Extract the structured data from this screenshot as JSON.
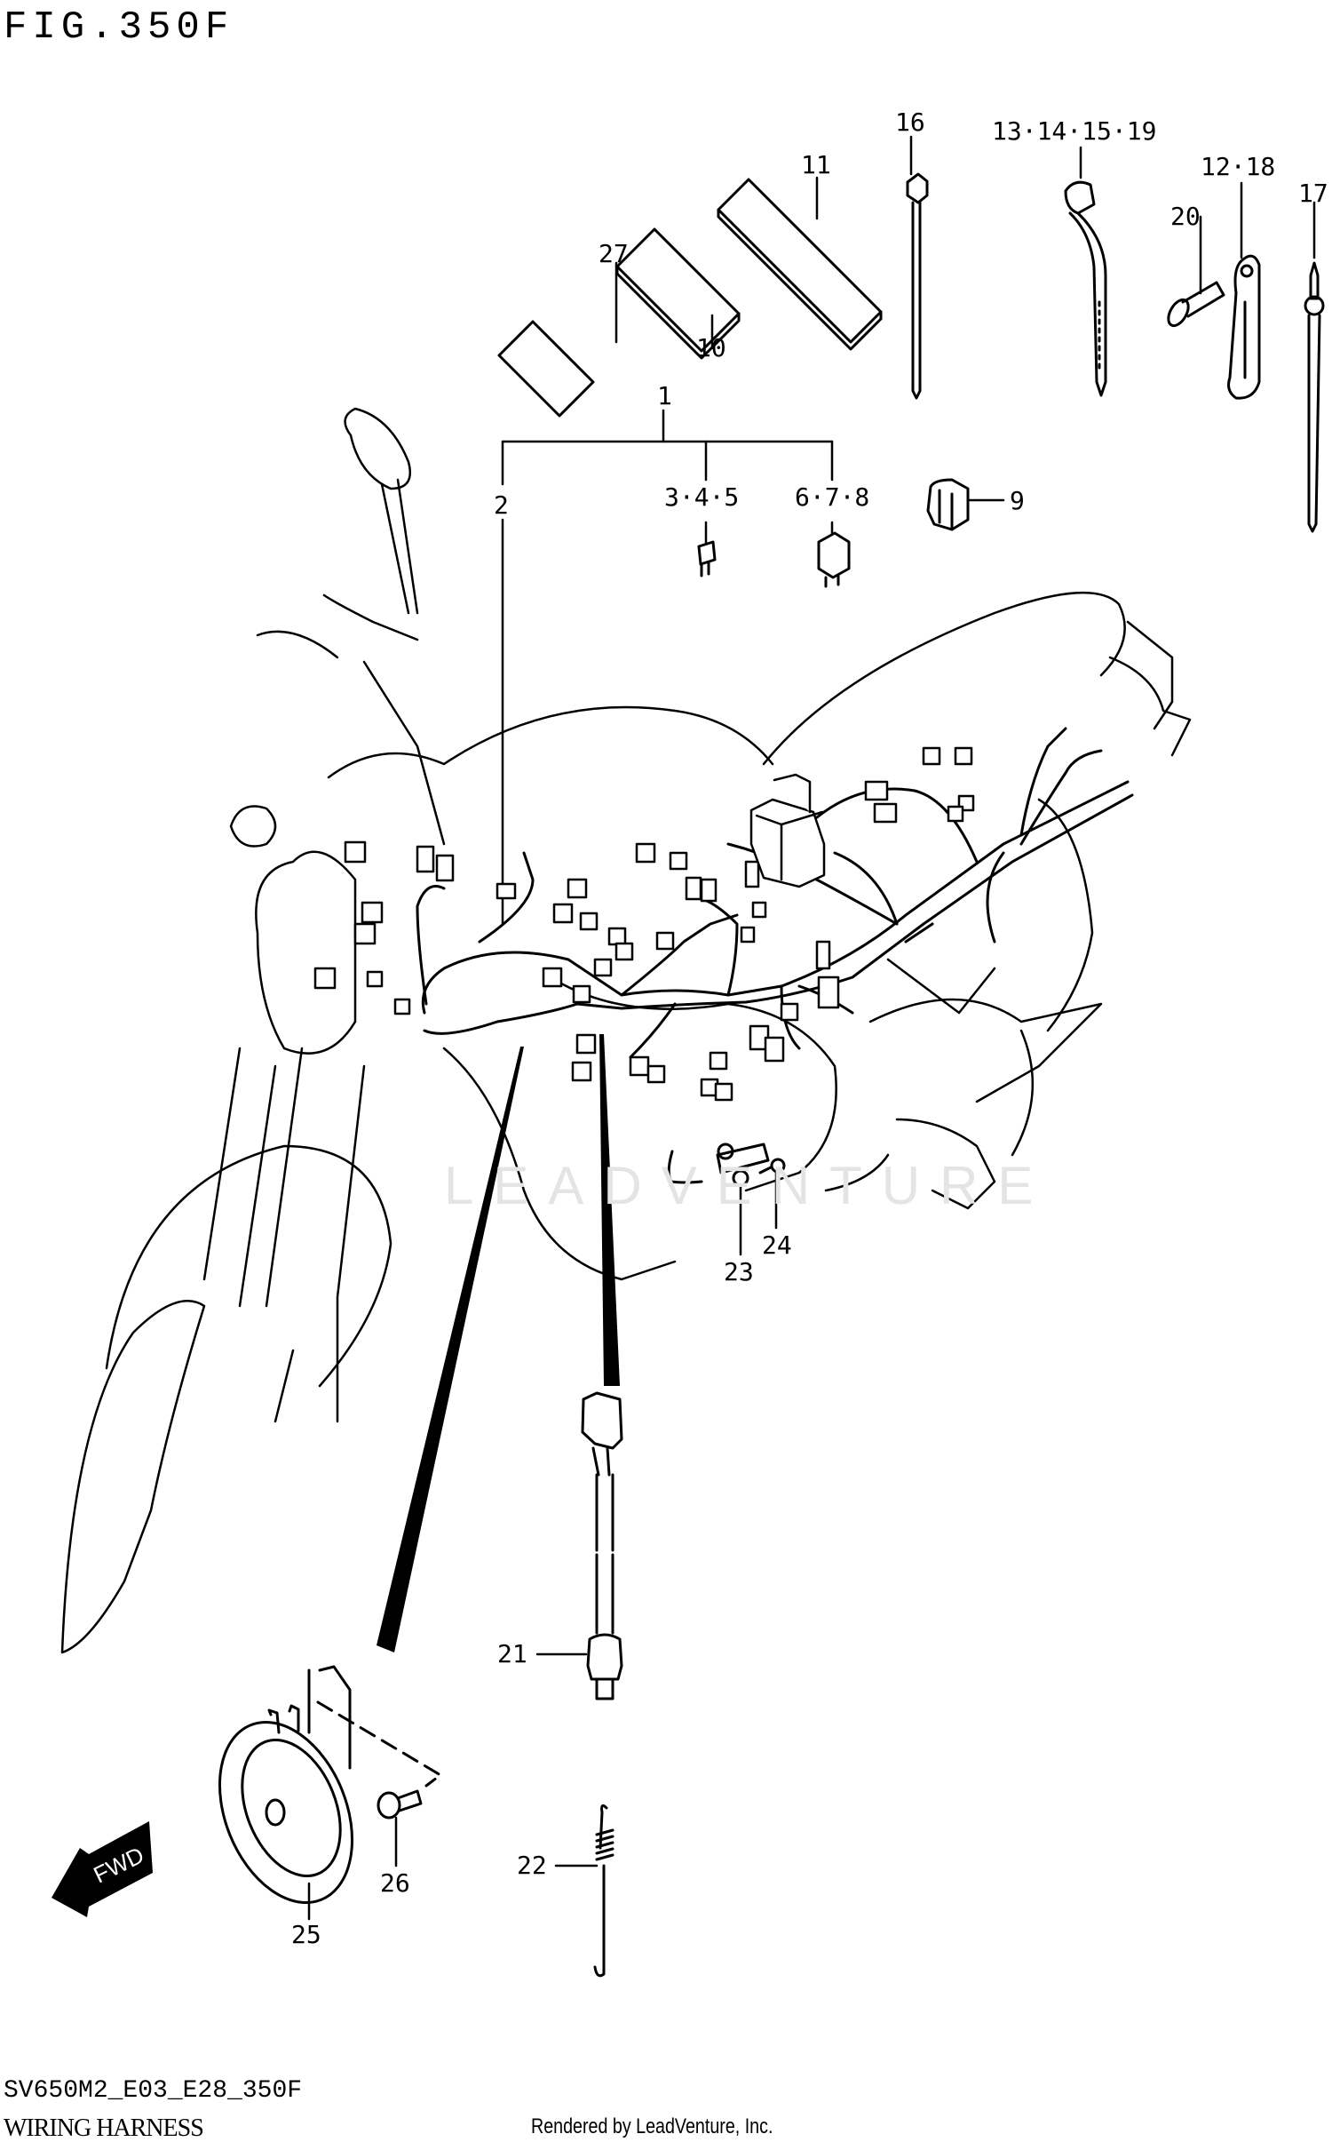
{
  "header": {
    "figure_title": "FIG.350F"
  },
  "footer": {
    "diagram_code": "SV650M2_E03_E28_350F",
    "section_name": "WIRING HARNESS",
    "credit": "Rendered by LeadVenture, Inc."
  },
  "watermark": "LEADVENTURE",
  "direction_indicator": {
    "label": "FWD",
    "icon": "fwd-arrow-icon"
  },
  "callouts": [
    {
      "id": "c1",
      "label": "1",
      "part": "wiring-harness-assembly"
    },
    {
      "id": "c2",
      "label": "2",
      "part": "main-harness"
    },
    {
      "id": "c3",
      "label": "3·4·5",
      "part": "fuse"
    },
    {
      "id": "c4",
      "label": "6·7·8",
      "part": "relay"
    },
    {
      "id": "c5",
      "label": "9",
      "part": "connector-cover"
    },
    {
      "id": "c6",
      "label": "10",
      "part": "pad"
    },
    {
      "id": "c7",
      "label": "11",
      "part": "pad"
    },
    {
      "id": "c8",
      "label": "12·18",
      "part": "clamp"
    },
    {
      "id": "c9",
      "label": "13·14·15·19",
      "part": "cable-tie-with-clip"
    },
    {
      "id": "c10",
      "label": "16",
      "part": "cable-tie"
    },
    {
      "id": "c11",
      "label": "17",
      "part": "cable-tie-with-grommet"
    },
    {
      "id": "c12",
      "label": "20",
      "part": "screw"
    },
    {
      "id": "c13",
      "label": "21",
      "part": "switch-sensor"
    },
    {
      "id": "c14",
      "label": "22",
      "part": "spring"
    },
    {
      "id": "c15",
      "label": "23",
      "part": "switch"
    },
    {
      "id": "c16",
      "label": "24",
      "part": "screw"
    },
    {
      "id": "c17",
      "label": "25",
      "part": "horn"
    },
    {
      "id": "c18",
      "label": "26",
      "part": "bolt"
    },
    {
      "id": "c19",
      "label": "27",
      "part": "pad"
    }
  ]
}
